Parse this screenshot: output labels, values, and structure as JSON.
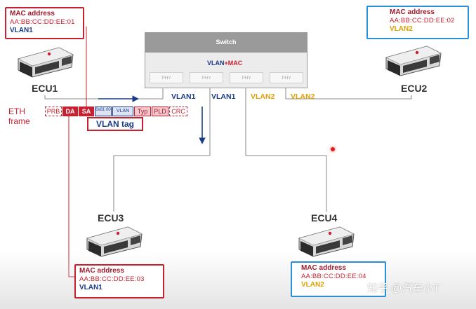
{
  "colors": {
    "red": "#c8202e",
    "blue_border": "#2a8fd6",
    "vlan1": "#1a3a8a",
    "vlan2": "#e0a000",
    "arrow": "#1a3a8a",
    "line": "#888888"
  },
  "mac_boxes": [
    {
      "title": "MAC address",
      "address": "AA:BB:CC:DD:EE:01",
      "vlan": "VLAN1"
    },
    {
      "title": "MAC address",
      "address": "AA:BB:CC:DD:EE:02",
      "vlan": "VLAN2"
    },
    {
      "title": "MAC address",
      "address": "AA:BB:CC:DD:EE:03",
      "vlan": "VLAN1"
    },
    {
      "title": "MAC address",
      "address": "AA:BB:CC:DD:EE:04",
      "vlan": "VLAN2"
    }
  ],
  "ecus": [
    "ECU1",
    "ECU2",
    "ECU3",
    "ECU4"
  ],
  "switch": {
    "title": "Switch",
    "center_vlan": "VLAN",
    "center_plus": "+",
    "center_mac": "MAC",
    "phy_labels": [
      "PHY",
      "PHY",
      "PHY",
      "PHY"
    ]
  },
  "port_labels": [
    "VLAN1",
    "VLAN1",
    "VLAN2",
    "VLAN2"
  ],
  "eth_frame": {
    "label_line1": "ETH",
    "label_line2": "frame",
    "fields": [
      "PRB",
      "DA",
      "SA",
      "0x81 00",
      "VLAN",
      "Typ",
      "PLD",
      "CRC"
    ],
    "vlan_tag_label": "VLAN tag"
  },
  "watermark": "知乎 @汽车小T"
}
